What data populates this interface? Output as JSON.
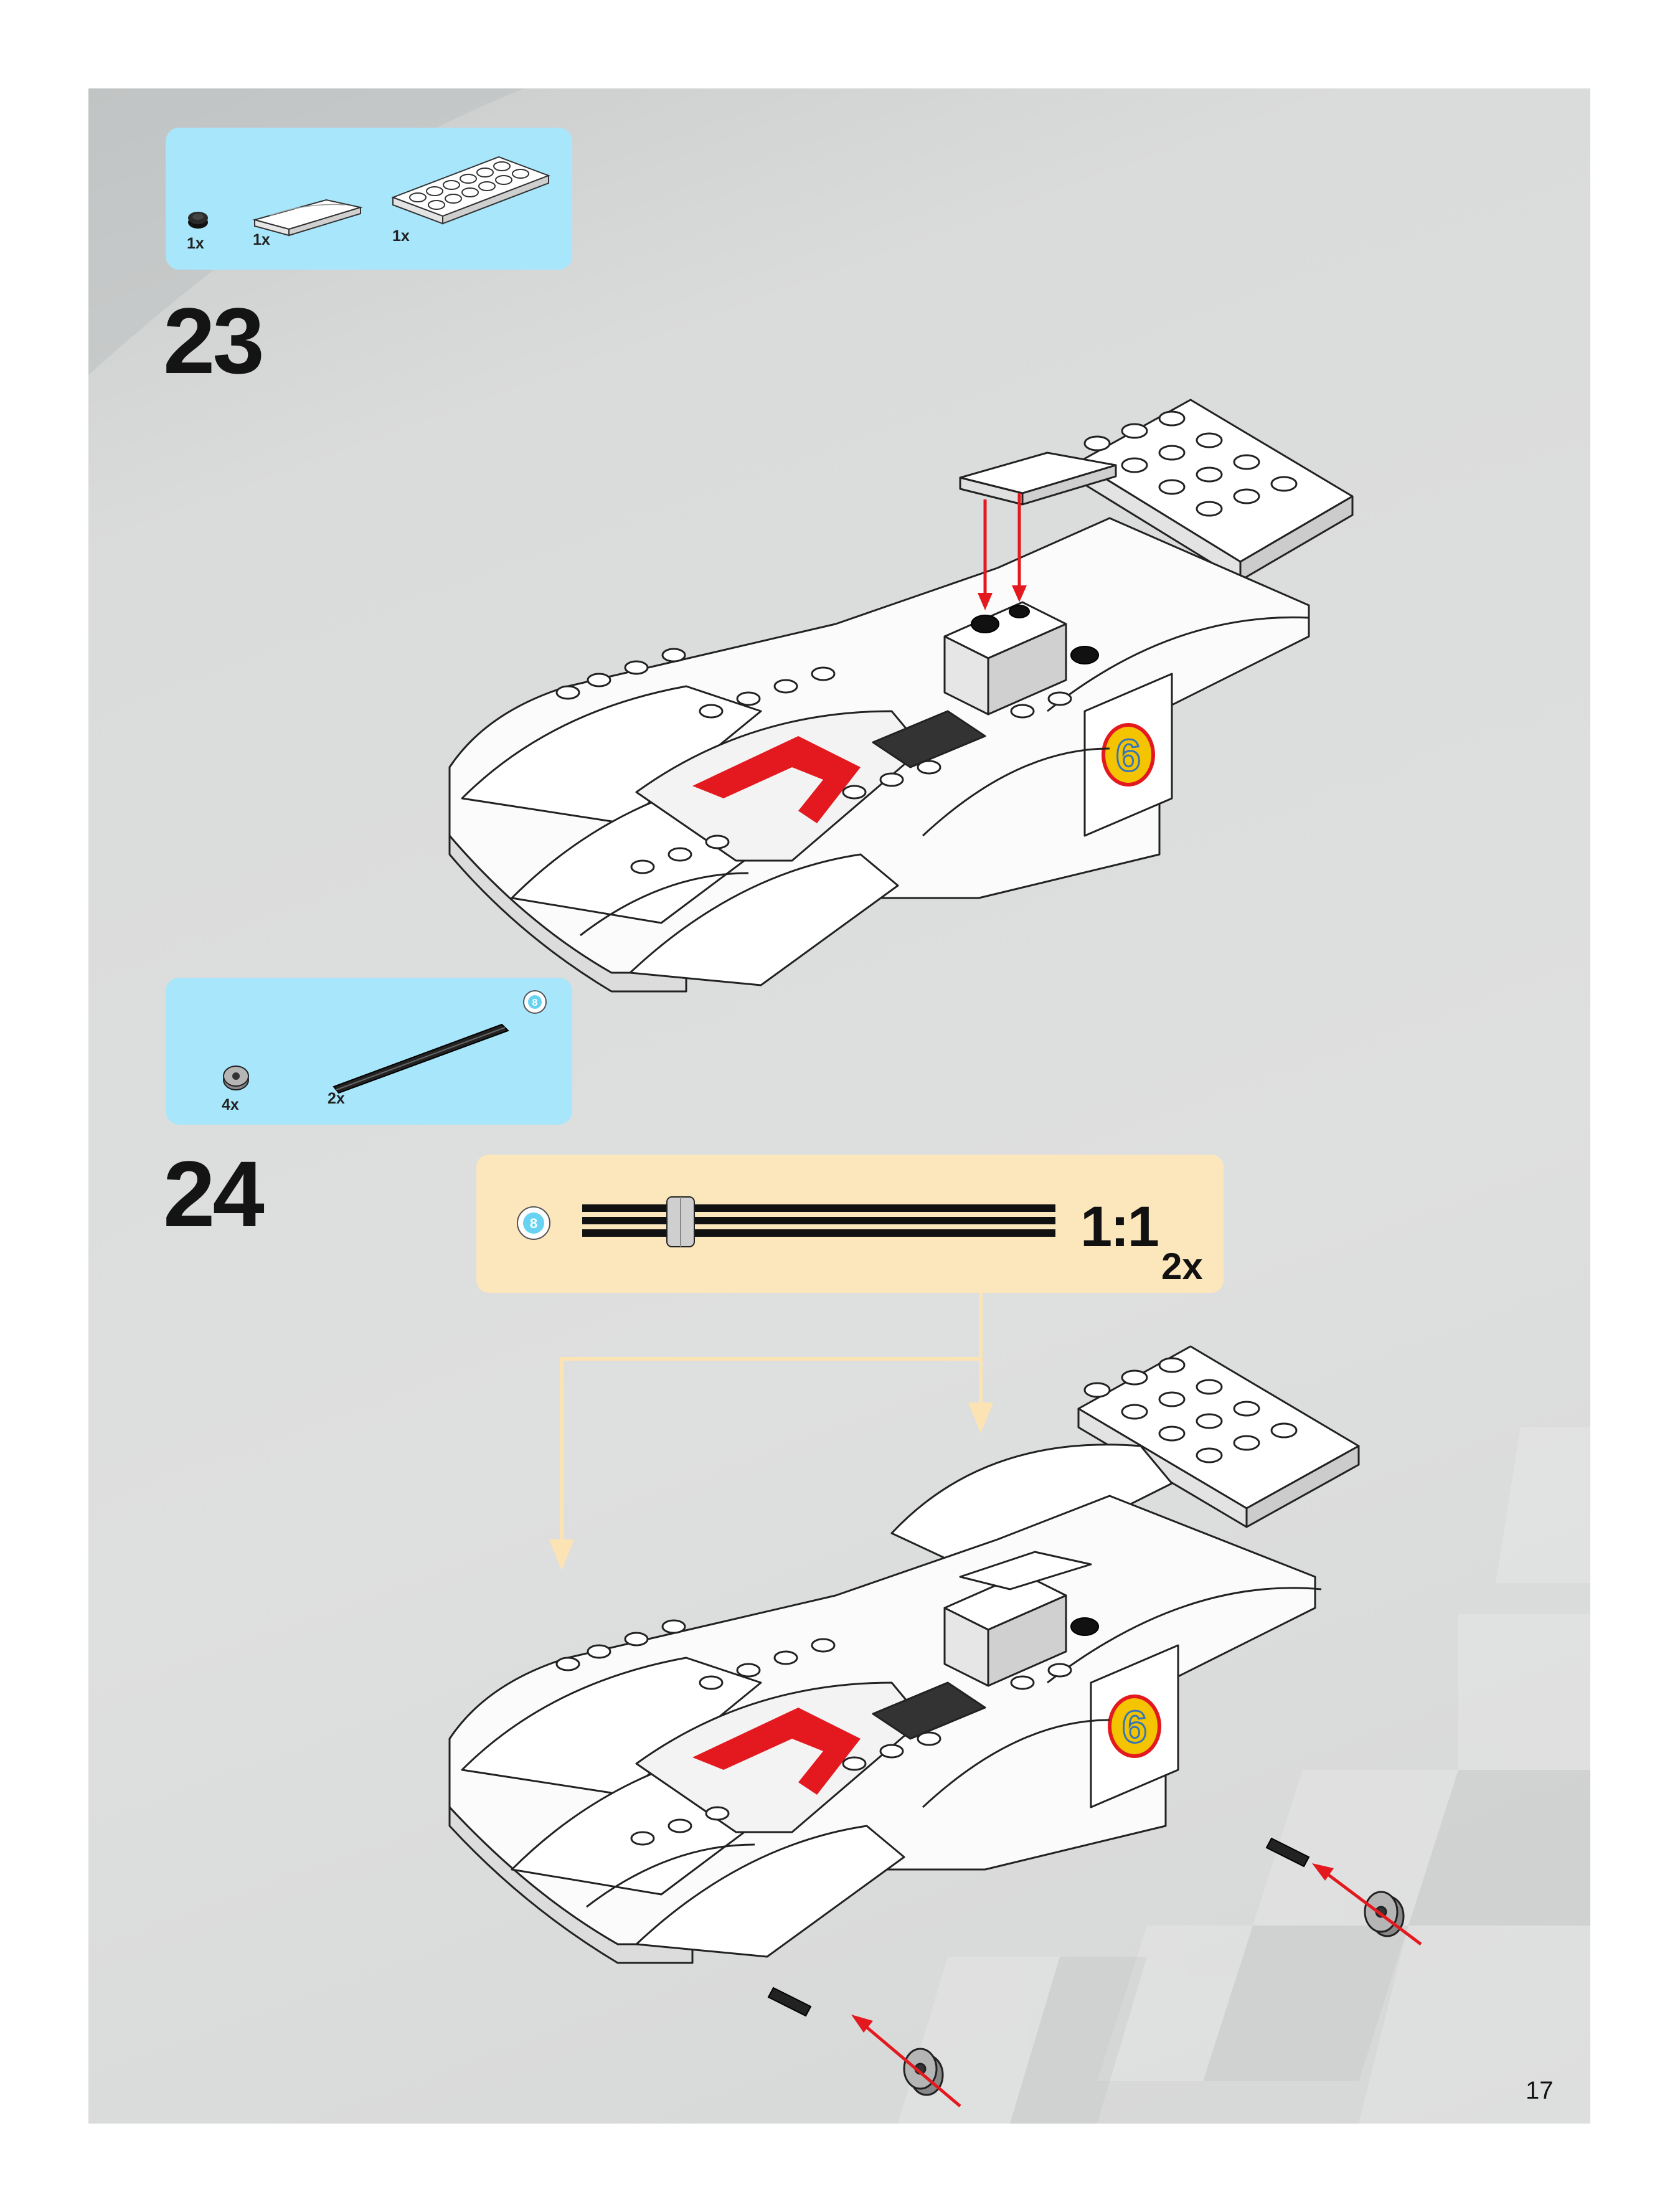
{
  "page_number": "17",
  "steps": [
    {
      "number": "23",
      "parts": [
        {
          "qty": "1x",
          "part": "round-plate-1x1-black"
        },
        {
          "qty": "1x",
          "part": "curved-slope-white"
        },
        {
          "qty": "1x",
          "part": "plate-2x6-white"
        }
      ]
    },
    {
      "number": "24",
      "parts": [
        {
          "qty": "4x",
          "part": "bush-gray"
        },
        {
          "qty": "2x",
          "part": "axle-8-black"
        }
      ],
      "axle_length_badge": "8",
      "callout": {
        "length_badge": "8",
        "scale": "1:1",
        "count": "2x"
      }
    }
  ],
  "colors": {
    "parts_panel": "#a7e6fb",
    "callout_panel": "#fce7bd",
    "arrow_red": "#e3191f",
    "callout_line": "#fce3b3"
  },
  "car_number": "6"
}
